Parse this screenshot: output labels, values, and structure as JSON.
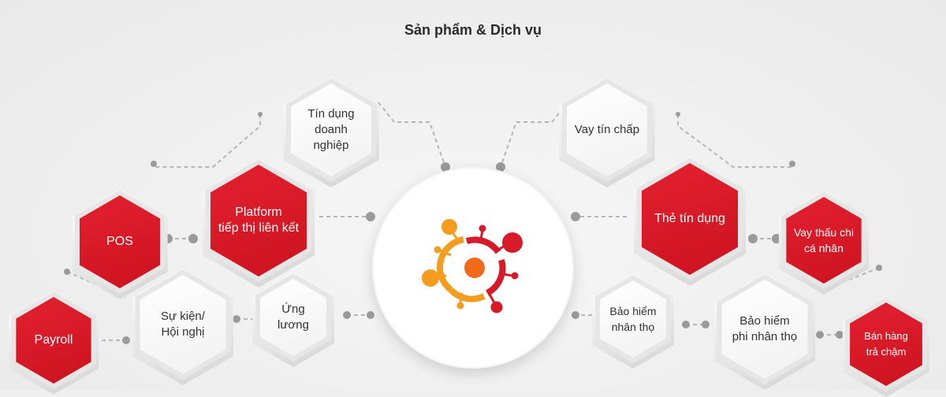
{
  "title": "Sản phẩm & Dịch vụ",
  "nodes": {
    "tin_dung_dn": "Tín dụng\ndoanh nghiệp",
    "vay_tin_chap": "Vay tín chấp",
    "platform": "Platform\ntiếp thị liên kết",
    "the_tin_dung": "Thẻ tín dụng",
    "pos": "POS",
    "payroll": "Payroll",
    "su_kien": "Sự kiện/\nHội nghị",
    "ung_luong": "Ứng lương",
    "bh_nhan_tho": "Bảo hiểm\nnhân thọ",
    "bh_phi_nhan_tho": "Bảo hiểm\nphi nhân thọ",
    "vay_thau_chi": "Vay thấu chi\ncá nhân",
    "ban_hang_tra_cham": "Bán hàng\ntrả chậm"
  },
  "colors": {
    "red": "#d81a28",
    "orange": "#f39c1e",
    "logo_center": "#f06a1a",
    "connector": "#9a9a9a"
  }
}
